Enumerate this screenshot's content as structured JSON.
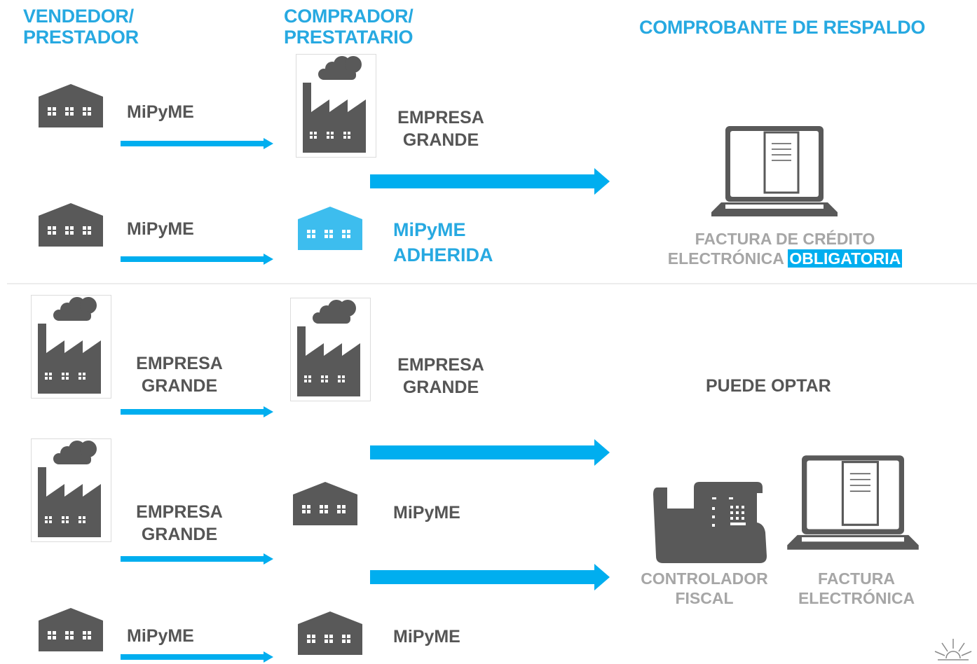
{
  "headers": {
    "seller": "VENDEDOR/\nPRESTADOR",
    "buyer": "COMPRADOR/\nPRESTATARIO",
    "voucher": "COMPROBANTE DE RESPALDO"
  },
  "rows": {
    "r1": {
      "seller_label": "MiPyME",
      "buyer_label": "EMPRESA\nGRANDE"
    },
    "r2": {
      "seller_label": "MiPyME",
      "buyer_label": "MiPyME\nADHERIDA"
    },
    "r3": {
      "seller_label": "EMPRESA\nGRANDE",
      "buyer_label": "EMPRESA\nGRANDE"
    },
    "r4": {
      "seller_label": "EMPRESA\nGRANDE",
      "buyer_label": "MiPyME"
    },
    "r5": {
      "seller_label": "MiPyME",
      "buyer_label": "MiPyME"
    }
  },
  "top_result": {
    "line1": "FACTURA DE CRÉDITO",
    "line2": "ELECTRÓNICA",
    "highlight": "OBLIGATORIA"
  },
  "bottom_result": {
    "title": "PUEDE OPTAR",
    "option1": "CONTROLADOR\nFISCAL",
    "option2": "FACTURA\nELECTRÓNICA"
  },
  "colors": {
    "accent": "#00aeef",
    "header": "#27a9e1",
    "icon_gray": "#595959",
    "icon_blue": "#3dbdee",
    "muted_text": "#a6a6a6"
  },
  "icons": [
    "warehouse-icon",
    "factory-icon",
    "laptop-icon",
    "fiscal-printer-icon",
    "sun-emblem-icon"
  ]
}
